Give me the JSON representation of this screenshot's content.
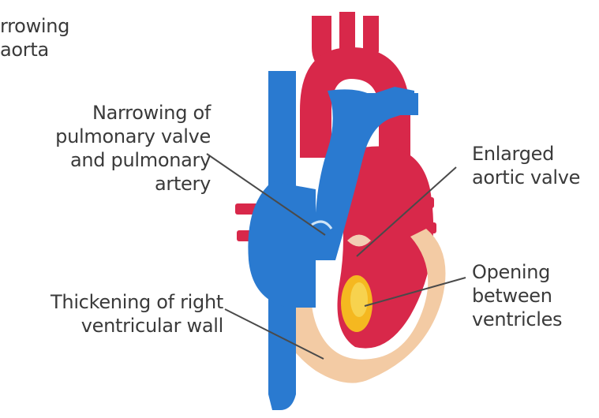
{
  "labels": {
    "top_left": [
      "rrowing",
      "aorta"
    ],
    "pulmonary": [
      "Narrowing of",
      "pulmonary valve",
      "and pulmonary",
      "artery"
    ],
    "aortic_valve": [
      "Enlarged",
      "aortic valve"
    ],
    "right_wall": [
      "Thickening of right",
      "ventricular wall"
    ],
    "septal_opening": [
      "Opening",
      "between",
      "ventricles"
    ]
  },
  "colors": {
    "aorta": "#d8284a",
    "deoxygenated": "#2a7ad0",
    "muscle": "#f3cba4",
    "opening": "#f5b820",
    "leader_line": "#4a4a4a",
    "text": "#3a3a3a"
  }
}
